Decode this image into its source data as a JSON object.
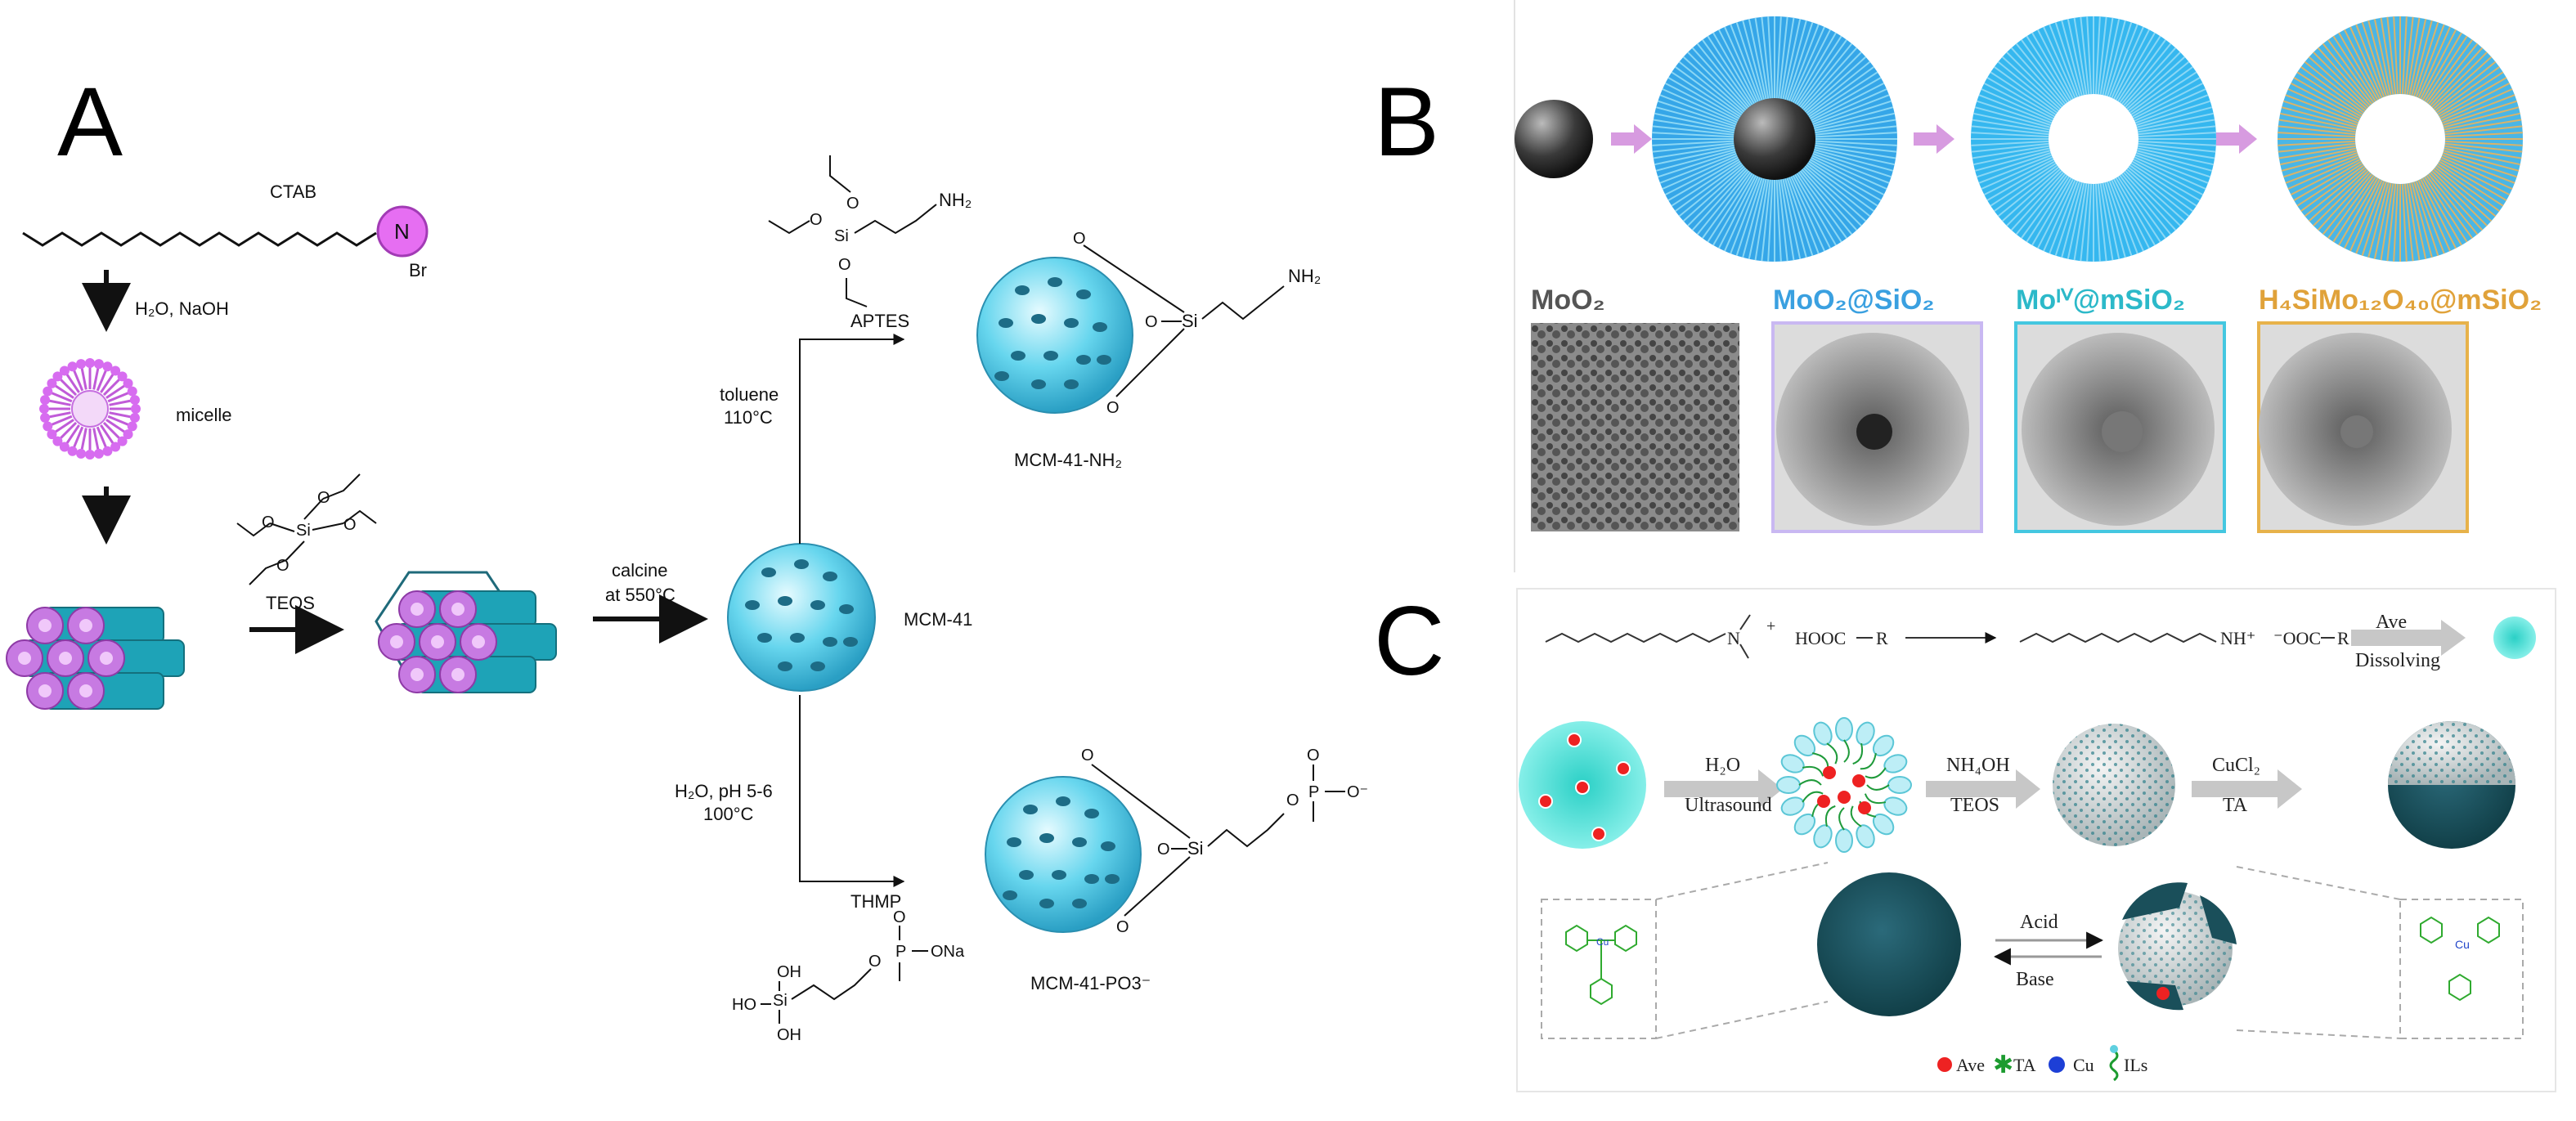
{
  "panels": {
    "a": {
      "letter": "A",
      "ctab": "CTAB",
      "br": "Br",
      "n_label": "N",
      "h2o_naoh": "H₂O, NaOH",
      "micelle": "micelle",
      "teos": "TEOS",
      "calcine": "calcine",
      "calcine_temp": "at 550°C",
      "mcm41": "MCM-41",
      "aptes": "APTES",
      "toluene": "toluene",
      "toluene_temp": "110°C",
      "nh2": "NH₂",
      "mcm_nh2": "MCM-41-NH₂",
      "h2o_ph": "H₂O, pH 5-6",
      "h2o_temp": "100°C",
      "thmp": "THMP",
      "mcm_po3": "MCM-41-PO3⁻",
      "ona": "ONa",
      "si": "Si",
      "o": "O",
      "p": "P",
      "oh": "OH",
      "ho": "HO",
      "o_minus": "O⁻"
    },
    "b": {
      "letter": "B",
      "labels": [
        "MoO₂",
        "MoO₂@SiO₂",
        "Moᴵⱽ@mSiO₂",
        "H₄SiMo₁₂O₄₀@mSiO₂"
      ],
      "label_colors": [
        "#555555",
        "#3aa0e0",
        "#2cb9c9",
        "#e0a23a"
      ]
    },
    "c": {
      "letter": "C",
      "hooc": "HOOC",
      "r": "R",
      "ooc": "⁻OOC",
      "nh": "NH⁺",
      "ave": "Ave",
      "dissolving": "Dissolving",
      "h2o": "H₂O",
      "ultrasound": "Ultrasound",
      "nh4oh": "NH₄OH",
      "teos": "TEOS",
      "cucl2": "CuCl₂",
      "ta": "TA",
      "acid": "Acid",
      "base": "Base",
      "legend": [
        "Ave",
        "TA",
        "Cu",
        "ILs"
      ]
    }
  }
}
